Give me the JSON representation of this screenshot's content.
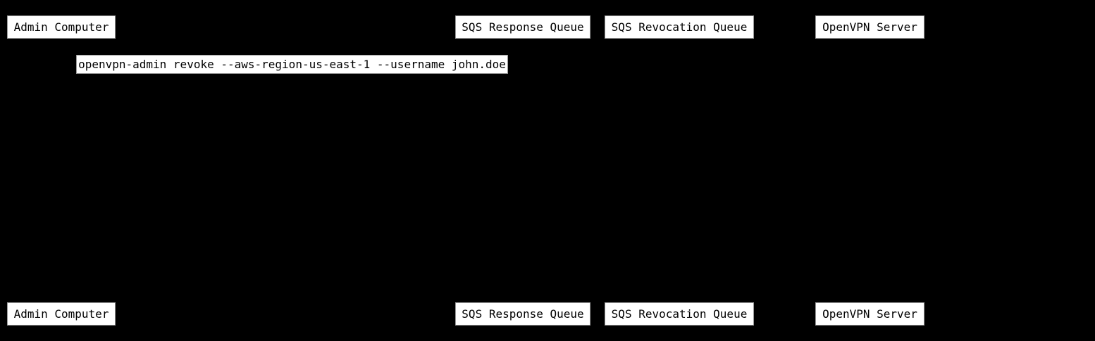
{
  "diagram": {
    "type": "sequence-diagram",
    "colors": {
      "background": "#000000",
      "box_fill": "#ffffff",
      "box_border": "#999999",
      "box_text": "#000000"
    },
    "actors": [
      {
        "label": "Admin Computer"
      },
      {
        "label": "SQS Response Queue"
      },
      {
        "label": "SQS Revocation Queue"
      },
      {
        "label": "OpenVPN Server"
      }
    ],
    "message": {
      "label": "openvpn-admin revoke --aws-region-us-east-1 --username john.doe"
    }
  }
}
